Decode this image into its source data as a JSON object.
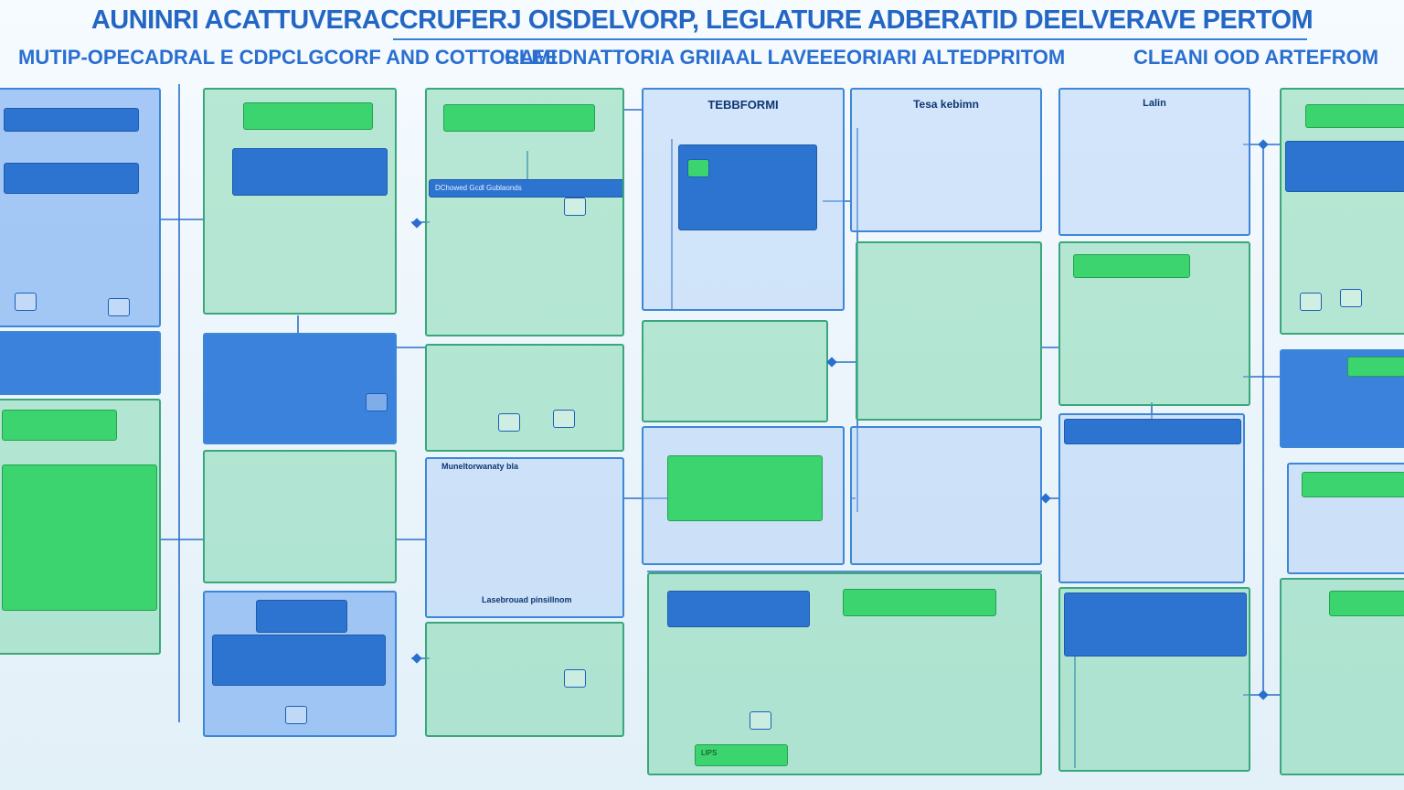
{
  "title": "AUNINRI ACATTUVERACCRUFERJ OISDELVORP, LEGLATURE ADBERATID DEELVERAVE PERTOM",
  "subtitles": [
    "MUTIP-OPECADRAL E CDPCLGCORF AND COTTORAMI",
    "CLEEDNATTORIA GRIIAAL LAVEEEORIARI ALTEDPRITOM",
    "CLEANI OOD ARTEFROM"
  ],
  "panel_headers": {
    "tebbformi": "TEBBFORMI",
    "tesa_kebinm": "Tesa kebimn",
    "lalin": "Lalin",
    "doshowed": "DChowed Gcdl Gublaonds",
    "muneltorn": "Muneltorwanaty bla",
    "lasebrouad": "Lasebrouad pinsillnom",
    "lips": "LIPS"
  },
  "colors": {
    "accent_blue": "#2466c4",
    "panel_blue": "#65a0ee",
    "panel_green": "#7ad6aa",
    "pill_green": "#3cd46e",
    "pill_blue": "#2d74d0"
  }
}
